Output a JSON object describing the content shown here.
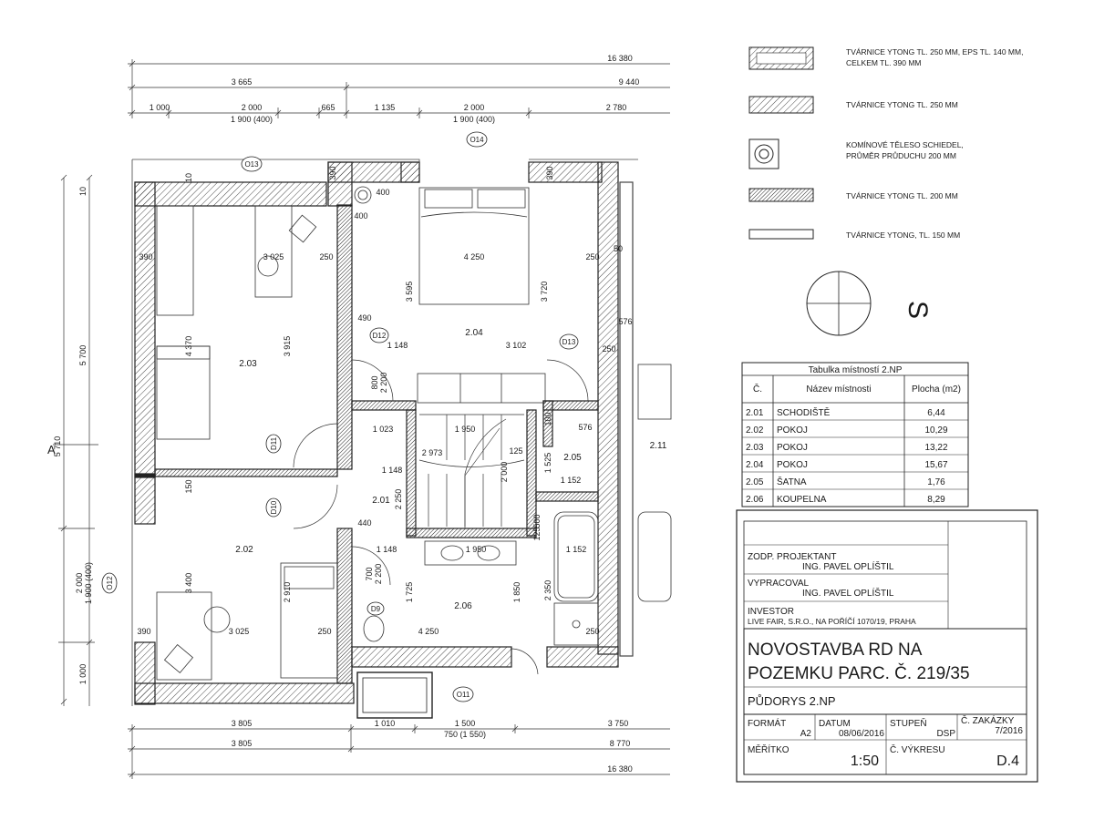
{
  "dimensions": {
    "top_total": "16 380",
    "top_row2": [
      "3 665",
      "9 440"
    ],
    "top_row3": [
      "1 000",
      "2 000",
      "665",
      "1 135",
      "2 000",
      "2 780"
    ],
    "top_row3_sub": [
      "1 900 (400)",
      "1 900 (400)"
    ],
    "bottom_row1": [
      "3 805",
      "1 010",
      "1 500",
      "3 750"
    ],
    "bottom_row1_sub": "750 (1 550)",
    "bottom_row2": [
      "3 805",
      "8 770"
    ],
    "bottom_total": "16 380",
    "left_total": "5 710",
    "left_parts": [
      "5 700",
      "2 000",
      "1 900 (400)",
      "1 000"
    ],
    "left_small": "10",
    "interior": [
      "3 025",
      "390",
      "250",
      "4 250",
      "250",
      "50",
      "3 595",
      "3 720",
      "4 370",
      "3 915",
      "490",
      "1 148",
      "3 102",
      "800",
      "2 200",
      "1 023",
      "1 950",
      "100",
      "576",
      "2 973",
      "125",
      "1 525",
      "2 000",
      "1 148",
      "1 152",
      "2 250",
      "440",
      "1 148",
      "1 950",
      "1 152",
      "500",
      "125",
      "700",
      "2 200",
      "1 725",
      "1 850",
      "2 350",
      "3 400",
      "2 910",
      "3 025",
      "250",
      "390",
      "4 250",
      "250",
      "150",
      "400",
      "400",
      "390",
      "390",
      "10",
      "576",
      "250"
    ]
  },
  "rooms": [
    "2.01",
    "2.02",
    "2.03",
    "2.04",
    "2.05",
    "2.06",
    "2.11"
  ],
  "tags": [
    "O13",
    "O14",
    "O11",
    "O12",
    "D12",
    "D13",
    "D11",
    "D10",
    "D9"
  ],
  "section_mark": "A",
  "legend": [
    {
      "line1": "TVÁRNICE YTONG TL. 250 MM, EPS TL. 140 MM,",
      "line2": "CELKEM TL. 390 MM"
    },
    {
      "line1": "TVÁRNICE YTONG TL. 250 MM",
      "line2": ""
    },
    {
      "line1": "KOMÍNOVÉ TĚLESO SCHIEDEL,",
      "line2": "PRŮMĚR PRŮDUCHU 200 MM"
    },
    {
      "line1": "TVÁRNICE YTONG TL. 200 MM",
      "line2": ""
    },
    {
      "line1": "TVÁRNICE YTONG, TL. 150 MM",
      "line2": ""
    }
  ],
  "north_label": "S",
  "room_table": {
    "title": "Tabulka místností 2.NP",
    "headers": [
      "Č.",
      "Název místnosti",
      "Plocha (m2)"
    ],
    "rows": [
      [
        "2.01",
        "SCHODIŠTĚ",
        "6,44"
      ],
      [
        "2.02",
        "POKOJ",
        "10,29"
      ],
      [
        "2.03",
        "POKOJ",
        "13,22"
      ],
      [
        "2.04",
        "POKOJ",
        "15,67"
      ],
      [
        "2.05",
        "ŠATNA",
        "1,76"
      ],
      [
        "2.06",
        "KOUPELNA",
        "8,29"
      ]
    ]
  },
  "title_block": {
    "zodp_label": "ZODP. PROJEKTANT",
    "zodp_value": "ING. PAVEL OPLÍŠTIL",
    "vypracoval_label": "VYPRACOVAL",
    "vypracoval_value": "ING. PAVEL OPLÍŠTIL",
    "investor_label": "INVESTOR",
    "investor_value": "LIVE FAIR, S.R.O., NA POŘÍČÍ 1070/19, PRAHA",
    "project_line1": "NOVOSTAVBA RD NA",
    "project_line2": "POZEMKU PARC. Č. 219/35",
    "drawing_title": "PŮDORYS 2.NP",
    "format_label": "FORMÁT",
    "format_value": "A2",
    "datum_label": "DATUM",
    "datum_value": "08/06/2016",
    "stupen_label": "STUPEŇ",
    "stupen_value": "DSP",
    "zakazka_label": "Č. ZAKÁZKY",
    "zakazka_value": "7/2016",
    "meritko_label": "MĚŘÍTKO",
    "meritko_value": "1:50",
    "vykres_label": "Č. VÝKRESU",
    "vykres_value": "D.4"
  }
}
